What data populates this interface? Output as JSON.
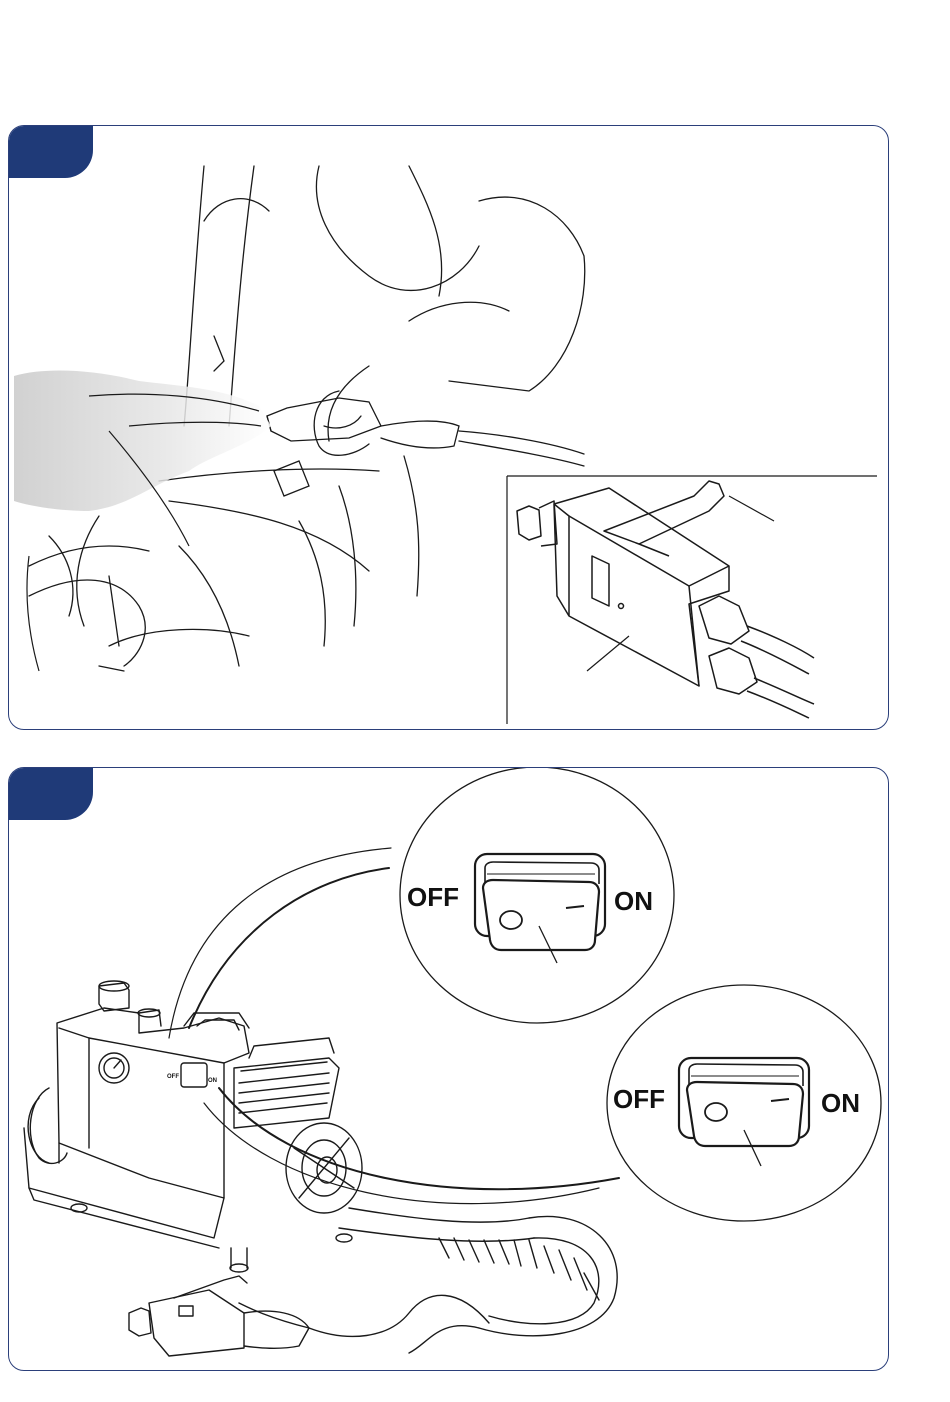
{
  "switch_zoom_top": {
    "off_label": "OFF",
    "on_label": "ON"
  },
  "switch_zoom_bottom": {
    "off_label": "OFF",
    "on_label": "ON"
  },
  "compressor_switch": {
    "off_label": "OFF",
    "on_label": "ON"
  },
  "colors": {
    "panel_border": "#2b3f7a",
    "tab_fill": "#1f3a78",
    "line_art": "#1a1a1a"
  }
}
